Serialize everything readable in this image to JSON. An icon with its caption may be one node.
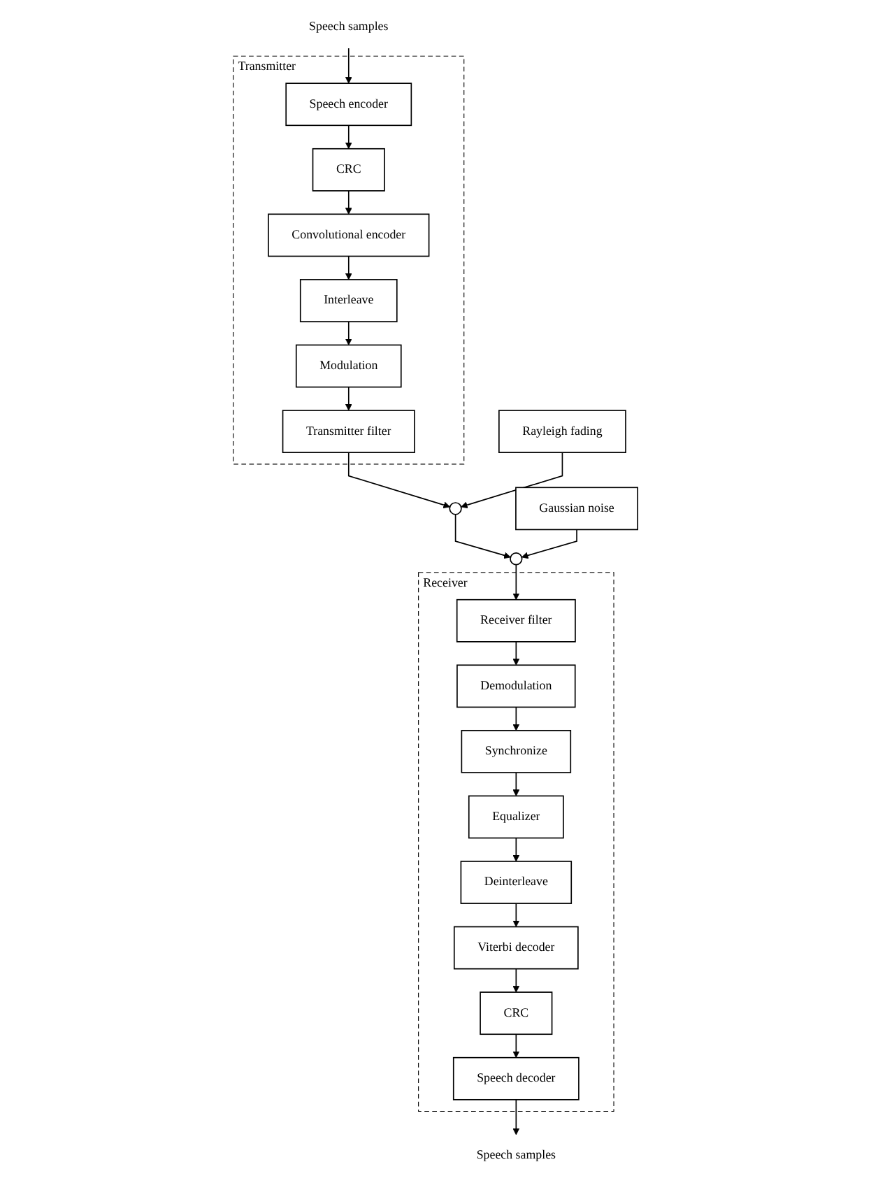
{
  "diagram": {
    "nodes": [
      {
        "text": [
          "Speech samples"
        ]
      },
      {
        "text": [
          "Transmitter"
        ]
      },
      {
        "text": [
          "Speech encoder"
        ],
        "in": 1
      },
      {
        "text": [
          "CRC"
        ],
        "in": 1
      },
      {
        "text": [
          "Convolutional encoder"
        ],
        "in": 1
      },
      {
        "text": [
          "Interleave"
        ],
        "in": 1
      },
      {
        "text": [
          "Modulation"
        ],
        "in": 1
      },
      {
        "text": [
          "Transmitter filter"
        ],
        "in": 1
      },
      {
        "text": [],
        "shape": "circle"
      },
      {
        "text": [
          "Rayleigh fading"
        ]
      },
      {
        "text": [],
        "shape": "circle"
      },
      {
        "text": [
          "Gaussian noise"
        ]
      },
      {
        "text": [
          "Receiver"
        ]
      },
      {
        "text": [
          "Receiver filter"
        ],
        "in": 12
      },
      {
        "text": [
          "Demodulation"
        ],
        "in": 12
      },
      {
        "text": [
          "Synchronize"
        ],
        "in": 12
      },
      {
        "text": [
          "Equalizer"
        ],
        "in": 12
      },
      {
        "text": [
          "Deinterleave"
        ],
        "in": 12
      },
      {
        "text": [
          "Viterbi decoder"
        ],
        "in": 12
      },
      {
        "text": [
          "CRC"
        ],
        "in": 12
      },
      {
        "text": [
          "Speech decoder"
        ],
        "in": 12
      },
      {
        "text": [
          "Speech samples"
        ]
      }
    ],
    "edges": [
      {
        "from": 0,
        "to": 2,
        "arrow": "to"
      },
      {
        "from": 2,
        "to": 3,
        "arrow": "to"
      },
      {
        "from": 3,
        "to": 4,
        "arrow": "to"
      },
      {
        "from": 4,
        "to": 5,
        "arrow": "to"
      },
      {
        "from": 5,
        "to": 6,
        "arrow": "to"
      },
      {
        "from": 6,
        "to": 7,
        "arrow": "to"
      },
      {
        "from": 7,
        "to": 8,
        "arrow": "to"
      },
      {
        "from": 9,
        "to": 8,
        "arrow": "to"
      },
      {
        "from": 8,
        "to": 10,
        "arrow": "to"
      },
      {
        "from": 11,
        "to": 10,
        "arrow": "to"
      },
      {
        "from": 10,
        "to": 13,
        "arrow": "to"
      },
      {
        "from": 13,
        "to": 14,
        "arrow": "to"
      },
      {
        "from": 14,
        "to": 15,
        "arrow": "to"
      },
      {
        "from": 15,
        "to": 16,
        "arrow": "to"
      },
      {
        "from": 16,
        "to": 17,
        "arrow": "to"
      },
      {
        "from": 17,
        "to": 18,
        "arrow": "to"
      },
      {
        "from": 18,
        "to": 19,
        "arrow": "to"
      },
      {
        "from": 19,
        "to": 20,
        "arrow": "to"
      },
      {
        "from": 20,
        "to": 21,
        "arrow": "to"
      }
    ]
  }
}
